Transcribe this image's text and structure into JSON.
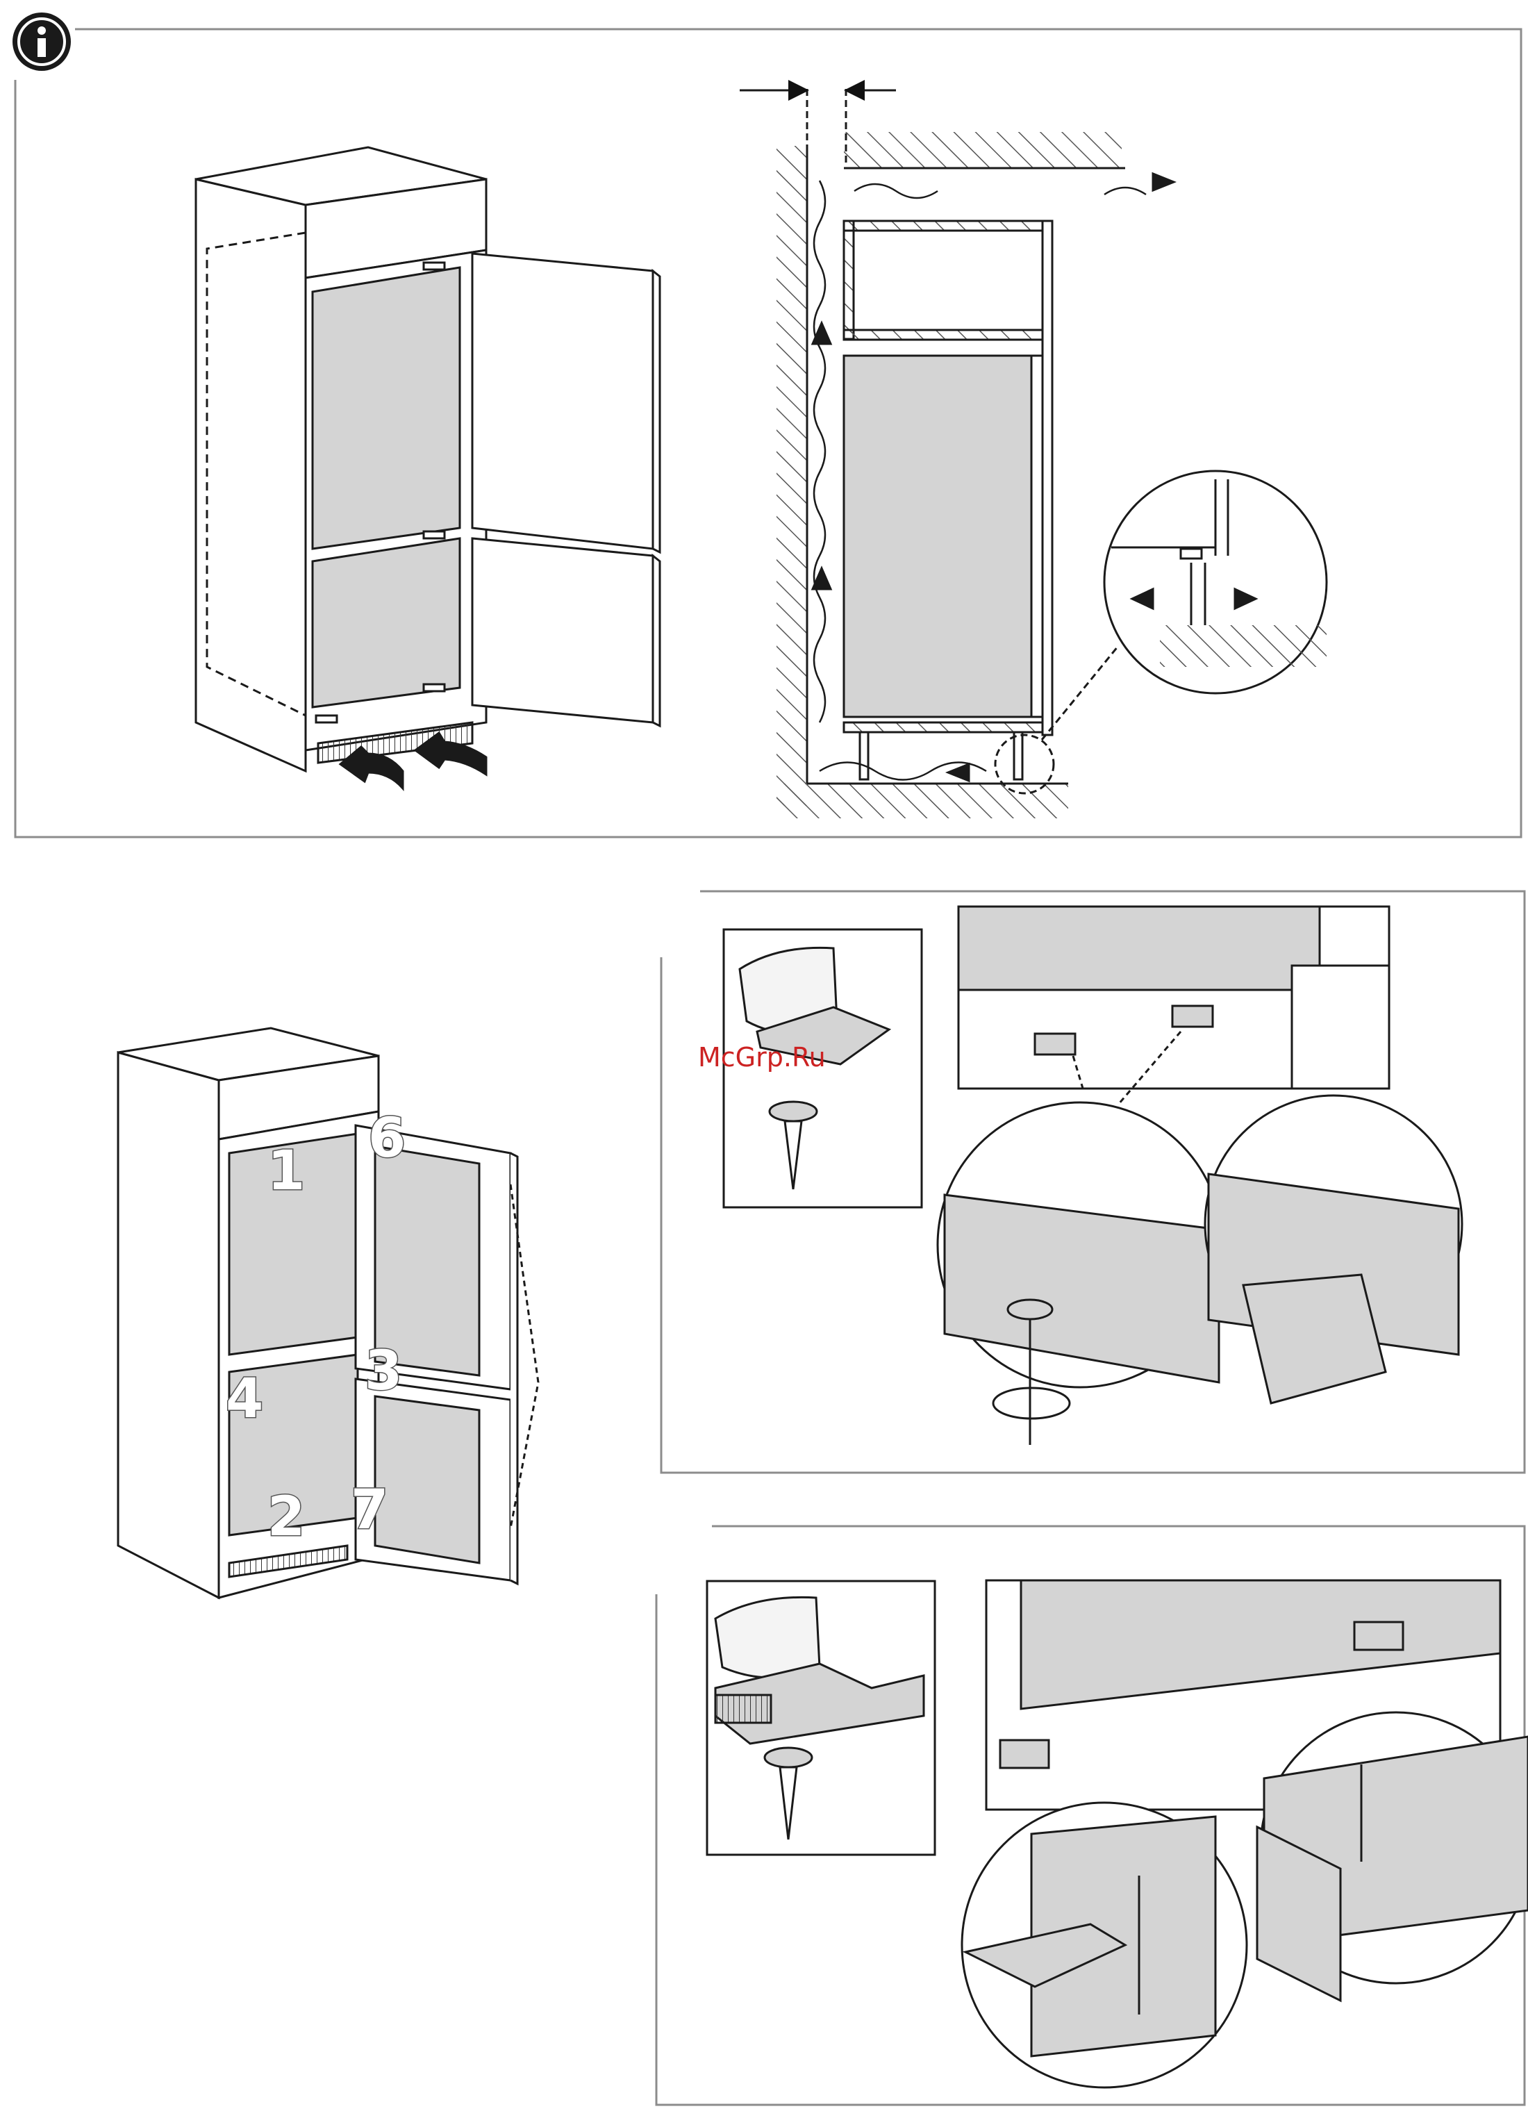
{
  "info_icon": "info-circle-icon",
  "watermark": "McGrp.Ru",
  "hinge_numbers": {
    "n1": "1",
    "n2": "2",
    "n3": "3",
    "n4": "4",
    "n6": "6",
    "n7": "7"
  },
  "colors": {
    "line": "#1a1a1a",
    "panel": "#d4d4d4",
    "frame": "#8c8c8c",
    "watermark": "#cc2222"
  }
}
